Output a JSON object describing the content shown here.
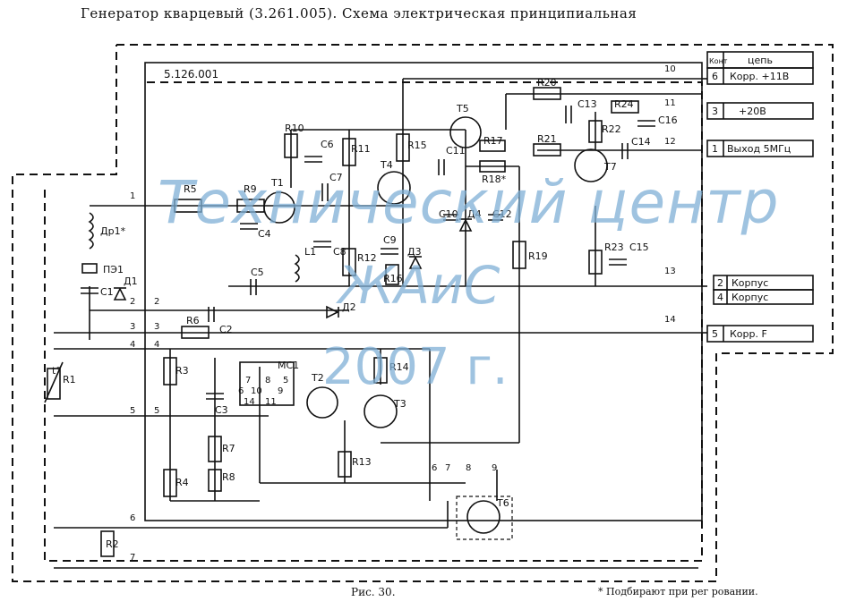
{
  "title": "Генератор кварцевый (3.261.005). Схема электрическая принципиальная",
  "doc_number": "5.126.001",
  "caption": "Рис. 30.",
  "footnote": "* Подбирают при рег  ровании.",
  "watermark": {
    "line1": "Технический центр",
    "line2": "ЖАиС",
    "line3": "2007 г."
  },
  "connector_table": {
    "header_contact": "Конт",
    "header_circuit": "цепь",
    "rows": [
      {
        "contact": "6",
        "circuit": "Корр. +11В"
      },
      {
        "contact": "3",
        "circuit": "+20В"
      },
      {
        "contact": "1",
        "circuit": "Выход 5МГц"
      },
      {
        "contact": "2",
        "circuit": "Корпус"
      },
      {
        "contact": "4",
        "circuit": "Корпус"
      },
      {
        "contact": "5",
        "circuit": "Корр. F"
      }
    ]
  },
  "components": {
    "R5": "R5",
    "R9": "R9",
    "T1": "T1",
    "R10": "R10",
    "C6": "C6",
    "R11": "R11",
    "C7": "C7",
    "C4": "C4",
    "L1": "L1",
    "C8": "C8",
    "R12": "R12",
    "C5": "C5",
    "D2": "Д2",
    "T4": "T4",
    "R15": "R15",
    "C9": "C9",
    "R16": "R16",
    "D3": "Д3",
    "T5": "T5",
    "C11": "C11",
    "R17": "R17",
    "R18": "R18*",
    "C10": "C10",
    "D4": "Д4",
    "C12": "C12",
    "R20": "R20",
    "C13": "C13",
    "R24": "R24",
    "C16": "C16",
    "R22": "R22",
    "R21": "R21",
    "C14": "C14",
    "T7": "T7",
    "R19": "R19",
    "R23": "R23",
    "C15": "C15",
    "Dr1": "Др1*",
    "PE1": "ПЭ1",
    "C1": "C1",
    "D1": "Д1",
    "R6": "R6",
    "C2": "C2",
    "R3": "R3",
    "MC1": "МС1",
    "C3": "C3",
    "R7": "R7",
    "R8": "R8",
    "R4": "R4",
    "T2": "T2",
    "T3": "T3",
    "R14": "R14",
    "R13": "R13",
    "T6": "T6",
    "R1": "R1",
    "R1_mark": "t°",
    "R2": "R2"
  },
  "pins": {
    "p10": "10",
    "p11": "11",
    "p12": "12",
    "p13": "13",
    "p14": "14",
    "l1": "1",
    "l2": "2",
    "l3": "3",
    "l4": "4",
    "l5": "5",
    "l6": "6",
    "l7": "7",
    "b6": "6",
    "b7": "7",
    "b8": "8",
    "b9": "9",
    "mc7": "7",
    "mc8": "8",
    "mc5": "5",
    "mc6": "6",
    "mc10": "10",
    "mc9": "9",
    "mc14": "14",
    "mc11": "11"
  }
}
